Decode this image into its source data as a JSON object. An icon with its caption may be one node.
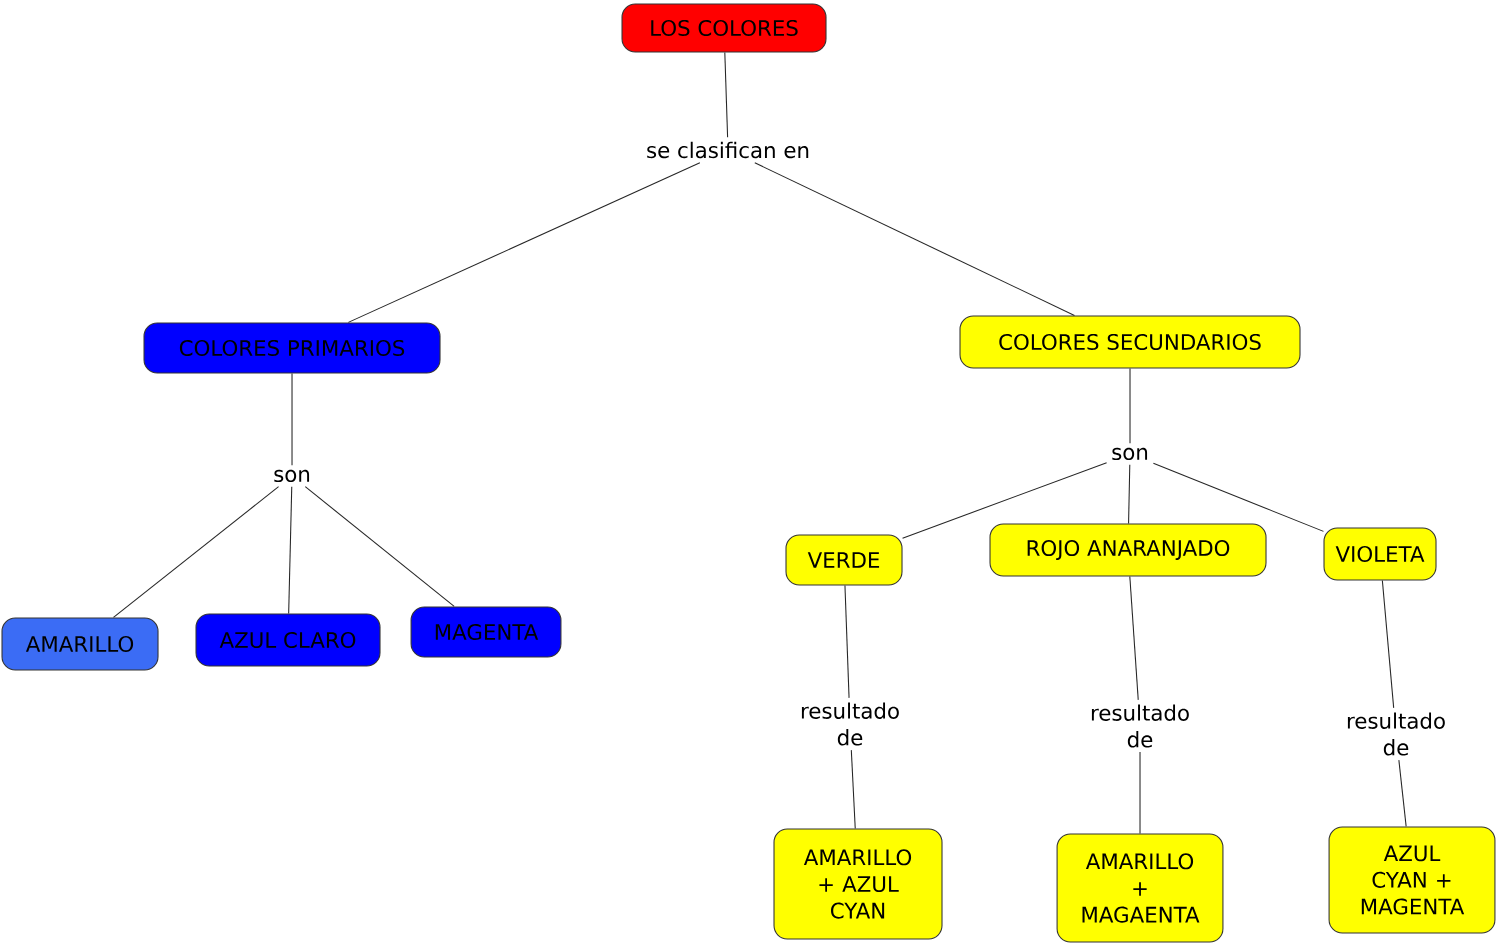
{
  "diagram": {
    "nodes": [
      {
        "text": [
          "LOS COLORES"
        ]
      },
      {
        "text": [
          "se clasifican en"
        ]
      },
      {
        "text": [
          "COLORES PRIMARIOS"
        ]
      },
      {
        "text": [
          "COLORES SECUNDARIOS"
        ]
      },
      {
        "text": [
          "son"
        ]
      },
      {
        "text": [
          "AMARILLO"
        ]
      },
      {
        "text": [
          "AZUL CLARO"
        ]
      },
      {
        "text": [
          "MAGENTA"
        ]
      },
      {
        "text": [
          "son"
        ]
      },
      {
        "text": [
          "VERDE"
        ]
      },
      {
        "text": [
          "ROJO ANARANJADO"
        ]
      },
      {
        "text": [
          "VIOLETA"
        ]
      },
      {
        "text": [
          "resultado de"
        ]
      },
      {
        "text": [
          "resultado de"
        ]
      },
      {
        "text": [
          "resultado de"
        ]
      },
      {
        "text": [
          "AMARILLO + AZUL CYAN"
        ]
      },
      {
        "text": [
          "AMARILLO + MAGAENTA"
        ]
      },
      {
        "text": [
          "AZUL CYAN + MAGENTA"
        ]
      }
    ],
    "edges": [
      {
        "from": 0,
        "to": 1,
        "arrow": "none"
      },
      {
        "from": 1,
        "to": 2,
        "arrow": "none"
      },
      {
        "from": 1,
        "to": 3,
        "arrow": "none"
      },
      {
        "from": 2,
        "to": 4,
        "arrow": "none"
      },
      {
        "from": 4,
        "to": 5,
        "arrow": "none"
      },
      {
        "from": 4,
        "to": 6,
        "arrow": "none"
      },
      {
        "from": 4,
        "to": 7,
        "arrow": "none"
      },
      {
        "from": 3,
        "to": 8,
        "arrow": "none"
      },
      {
        "from": 8,
        "to": 9,
        "arrow": "none"
      },
      {
        "from": 8,
        "to": 10,
        "arrow": "none"
      },
      {
        "from": 8,
        "to": 11,
        "arrow": "none"
      },
      {
        "from": 9,
        "to": 12,
        "arrow": "none"
      },
      {
        "from": 12,
        "to": 15,
        "arrow": "none"
      },
      {
        "from": 10,
        "to": 13,
        "arrow": "none"
      },
      {
        "from": 13,
        "to": 16,
        "arrow": "none"
      },
      {
        "from": 11,
        "to": 14,
        "arrow": "none"
      },
      {
        "from": 14,
        "to": 17,
        "arrow": "none"
      }
    ]
  }
}
